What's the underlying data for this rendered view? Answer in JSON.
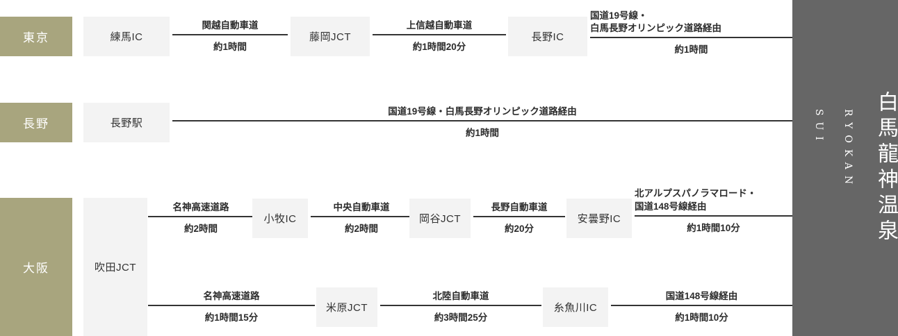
{
  "theme": {
    "origin_bg": "#a8a57e",
    "node_bg": "#f3f3f3",
    "rule_color": "#333333",
    "brand_bg": "#666666",
    "text_color": "#2b2b2b"
  },
  "brand": {
    "kanji": "白馬龍神温泉",
    "romaji_line1": "RYOKAN",
    "romaji_line2": "SUI"
  },
  "routes": [
    {
      "id": "tokyo",
      "origin": "東京",
      "nodes": [
        {
          "id": "nerima-ic",
          "label": "練馬IC"
        },
        {
          "id": "fujioka-jct",
          "label": "藤岡JCT"
        },
        {
          "id": "nagano-ic",
          "label": "長野IC"
        }
      ],
      "segments": [
        {
          "id": "kanetsu",
          "label": "関越自動車道",
          "time": "約1時間"
        },
        {
          "id": "joshinetsu",
          "label": "上信越自動車道",
          "time": "約1時間20分"
        },
        {
          "id": "route19-a",
          "label": "国道19号線・\n白馬長野オリンピック道路経由",
          "time": "約1時間"
        }
      ]
    },
    {
      "id": "nagano",
      "origin": "長野",
      "nodes": [
        {
          "id": "nagano-station",
          "label": "長野駅"
        }
      ],
      "segments": [
        {
          "id": "route19-b",
          "label": "国道19号線・白馬長野オリンピック道路経由",
          "time": "約1時間"
        }
      ]
    },
    {
      "id": "osaka",
      "origin": "大阪",
      "nodes": [
        {
          "id": "suita-jct",
          "label": "吹田JCT"
        },
        {
          "id": "komaki-ic",
          "label": "小牧IC"
        },
        {
          "id": "okaya-jct",
          "label": "岡谷JCT"
        },
        {
          "id": "azumino-ic",
          "label": "安曇野IC"
        },
        {
          "id": "maibara-jct",
          "label": "米原JCT"
        },
        {
          "id": "itoigawa-ic",
          "label": "糸魚川IC"
        }
      ],
      "segments": [
        {
          "id": "meishin-a",
          "label": "名神高速道路",
          "time": "約2時間"
        },
        {
          "id": "chuo",
          "label": "中央自動車道",
          "time": "約2時間"
        },
        {
          "id": "nagano-exp",
          "label": "長野自動車道",
          "time": "約20分"
        },
        {
          "id": "panorama",
          "label": "北アルプスパノラマロード・\n国道148号線経由",
          "time": "約1時間10分"
        },
        {
          "id": "meishin-b",
          "label": "名神高速道路",
          "time": "約1時間15分"
        },
        {
          "id": "hokuriku",
          "label": "北陸自動車道",
          "time": "約3時間25分"
        },
        {
          "id": "route148",
          "label": "国道148号線経由",
          "time": "約1時間10分"
        }
      ]
    }
  ]
}
